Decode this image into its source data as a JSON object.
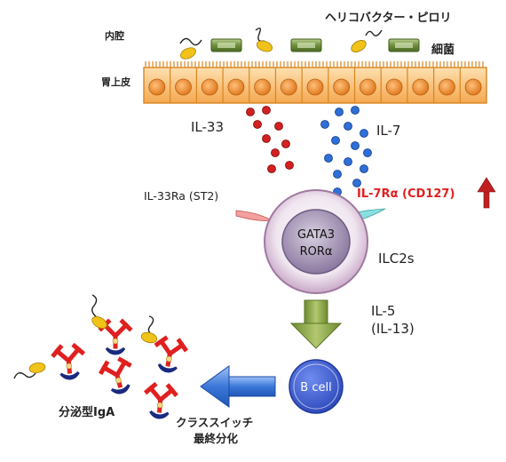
{
  "labels": {
    "lumen": "内腔",
    "bacteria_name": "ヘリコバクター・ピロリ",
    "bacteria": "細菌",
    "epithelium": "胃上皮",
    "il33": "IL-33",
    "il7": "IL-7",
    "il33ra": "IL-33Ra (ST2)",
    "il7ra": "IL-7Rα (CD127)",
    "gata3": "GATA3",
    "rora": "RORα",
    "ilc2": "ILC2s",
    "il5": "IL-5",
    "il13": "(IL-13)",
    "bcell": "B cell",
    "iga": "分泌型IgA",
    "class_switch_1": "クラススイッチ",
    "class_switch_2": "最終分化"
  },
  "colors": {
    "epithelium_fill": "#f7b25a",
    "epithelium_stroke": "#d9851f",
    "nucleus": "#f08a2c",
    "bacterium_rod": "#7a9a4a",
    "bacterium_h_pylori": "#f0c21a",
    "il33_dot": "#d32020",
    "il7_dot": "#2e6fd8",
    "ilc2_outer": "#c8a8c8",
    "ilc2_nucleus": "#8c78a0",
    "receptor_il33": "#f08080",
    "receptor_il7": "#70d0d0",
    "arrow_green": "#8aa04a",
    "arrow_blue": "#3c78d8",
    "bcell": "#3a5ccc",
    "antibody": "#e02020",
    "antibody_base": "#1a2a80",
    "il7ra_text": "#e02020",
    "upregulation_arrow": "#c02020"
  },
  "icons": {
    "upregulation": "up-arrow-icon",
    "green_arrow": "down-arrow-icon",
    "blue_arrow": "left-arrow-icon"
  }
}
